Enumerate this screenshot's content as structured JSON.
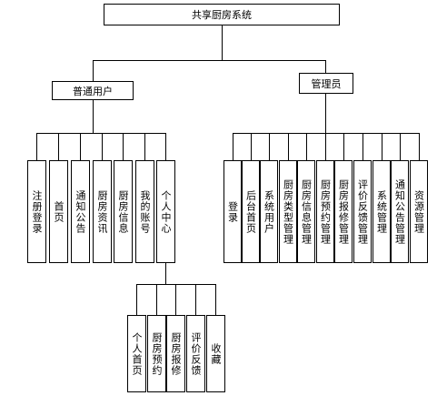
{
  "root": {
    "label": "共享厨房系统"
  },
  "user": {
    "label": "普通用户",
    "children": [
      "注册登录",
      "首页",
      "通知公告",
      "厨房资讯",
      "厨房信息",
      "我的账号",
      "个人中心"
    ]
  },
  "personal_center": {
    "children": [
      "个人首页",
      "厨房预约",
      "厨房报修",
      "评价反馈",
      "收藏"
    ]
  },
  "admin": {
    "label": "管理员",
    "children": [
      "登录",
      "后台首页",
      "系统用户",
      "厨房类型管理",
      "厨房信息管理",
      "厨房预约管理",
      "厨房报修管理",
      "评价反馈管理",
      "系统管理",
      "通知公告管理",
      "资源管理"
    ]
  }
}
